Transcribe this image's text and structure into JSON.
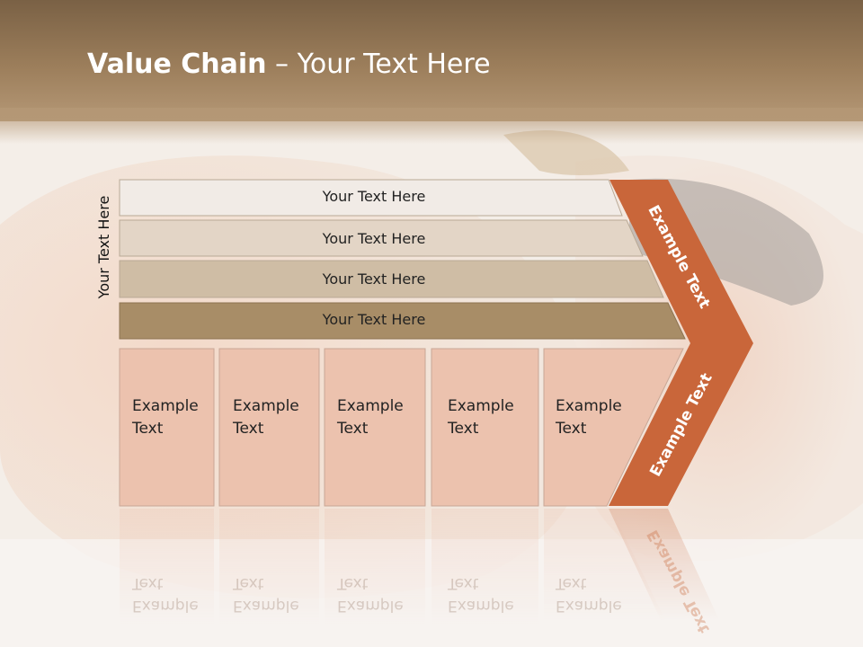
{
  "slide": {
    "title_bold": "Value Chain",
    "title_rest": " – Your Text Here",
    "side_label": "Your Text Here"
  },
  "bars": [
    {
      "label": "Your Text Here",
      "fill": "#f1ebe6"
    },
    {
      "label": "Your Text Here",
      "fill": "#e3d5c6"
    },
    {
      "label": "Your Text Here",
      "fill": "#cfbda5"
    },
    {
      "label": "Your Text Here",
      "fill": "#a88d67"
    }
  ],
  "boxes": [
    {
      "line1": "Example",
      "line2": "Text"
    },
    {
      "line1": "Example",
      "line2": "Text"
    },
    {
      "line1": "Example",
      "line2": "Text"
    },
    {
      "line1": "Example",
      "line2": "Text"
    },
    {
      "line1": "Example",
      "line2": "Text"
    }
  ],
  "chevron": {
    "upper_label": "Example Text",
    "lower_label": "Example Text",
    "fill": "#c9663a"
  },
  "colors": {
    "box_fill": "#ecc2ae",
    "header": "#9c7e5b"
  }
}
